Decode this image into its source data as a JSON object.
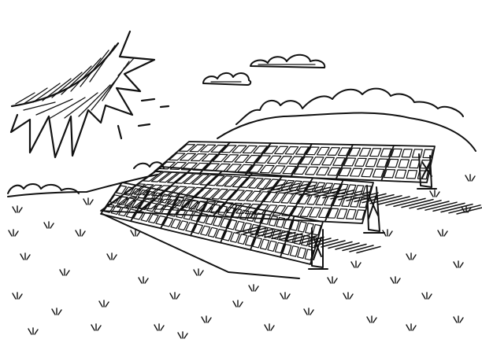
{
  "illustration": {
    "style": "black ink line drawing",
    "subject": "solar panels",
    "palette": {
      "ink": "#111111",
      "paper": "#ffffff"
    },
    "sun": {
      "ray_count": 11
    },
    "clouds": {
      "count": 2
    },
    "panel_rows": [
      {
        "row": "back",
        "modules": 6,
        "cell_grid": [
          4,
          3
        ]
      },
      {
        "row": "middle",
        "modules": 7,
        "cell_grid": [
          4,
          3
        ]
      },
      {
        "row": "front",
        "modules": 7,
        "cell_grid": [
          4,
          3
        ]
      }
    ]
  }
}
